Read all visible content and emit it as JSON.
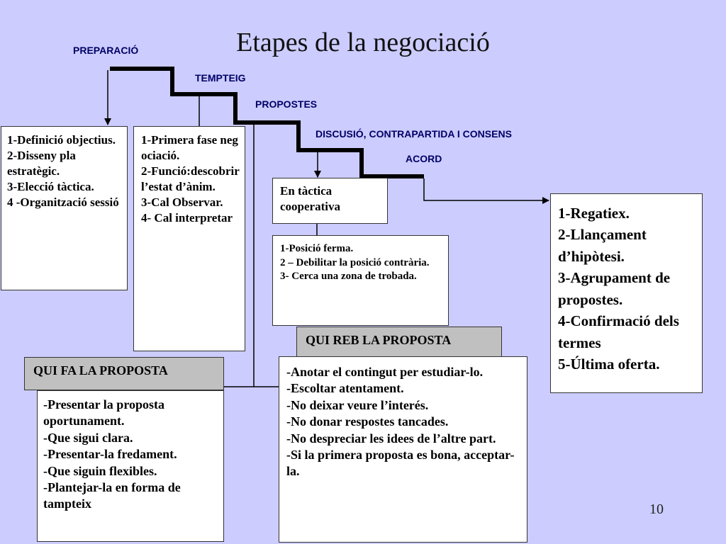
{
  "slide": {
    "title": "Etapes de la negociació",
    "page_number": "10"
  },
  "stages": [
    {
      "id": "preparacio",
      "label": "PREPARACIÓ"
    },
    {
      "id": "tempteig",
      "label": "TEMPTEIG"
    },
    {
      "id": "propostes",
      "label": "PROPOSTES"
    },
    {
      "id": "discusio",
      "label": "DISCUSIÓ, CONTRAPARTIDA I CONSENS"
    },
    {
      "id": "acord",
      "label": "ACORD"
    }
  ],
  "boxes": {
    "preparacio": [
      "1-Definició objectius.",
      "2-Disseny pla estratègic.",
      "3-Elecció tàctica.",
      "4 -Organització sessió"
    ],
    "tempteig": [
      "1-Primera fase negociació.",
      "2-Funció:descobrir l’estat d’ànim.",
      "3-Cal Observar.",
      "4- Cal interpretar"
    ],
    "tactica": [
      "En tàctica cooperativa"
    ],
    "propostes": [
      "1-Posició ferma.",
      "2 – Debilitar la posició contrària.",
      "3- Cerca una zona de trobada."
    ],
    "acord": [
      "1-Regatiex.",
      "2-Llançament d’hipòtesi.",
      "3-Agrupament de propostes.",
      "4-Confirmació dels termes",
      "5-Última oferta."
    ]
  },
  "qui_fa": {
    "header": "QUI FA LA PROPOSTA",
    "items": [
      "-Presentar la proposta oportunament.",
      "-Que sigui clara.",
      "-Presentar-la fredament.",
      "-Que siguin flexibles.",
      "-Plantejar-la en forma de tampteix"
    ]
  },
  "qui_reb": {
    "header": "QUI REB LA PROPOSTA",
    "items": [
      "-Anotar el contingut per estudiar-lo.",
      "-Escoltar atentament.",
      "-No deixar veure l’interés.",
      "-No donar respostes tancades.",
      "-No despreciar les idees de l’altre part.",
      "-Si la primera proposta es bona, acceptar-la."
    ]
  }
}
